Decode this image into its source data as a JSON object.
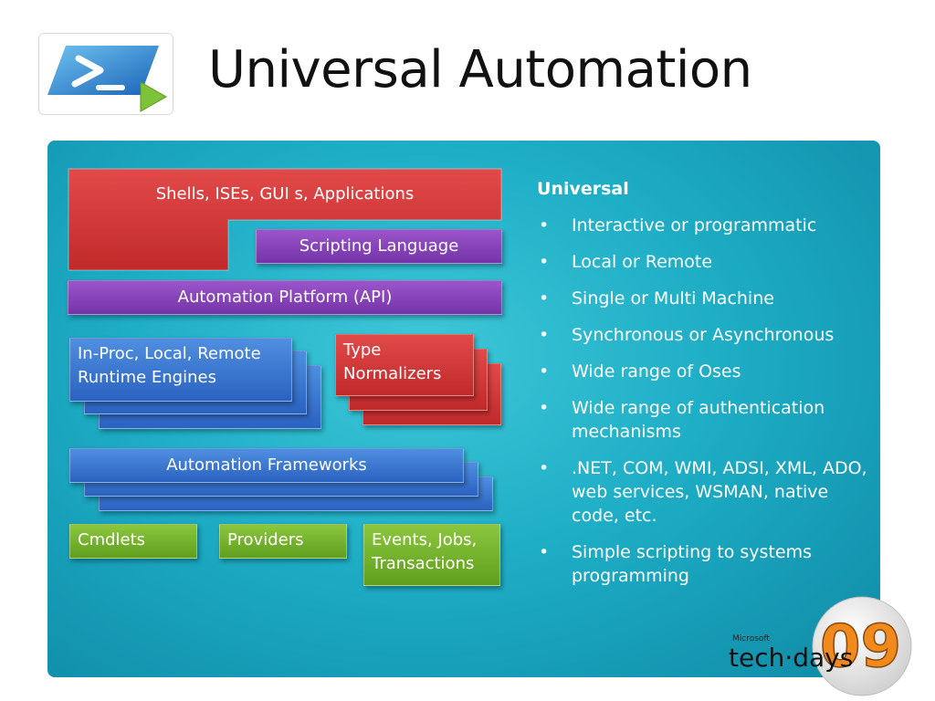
{
  "slide": {
    "title": "Universal Automation"
  },
  "diagram": {
    "shells": "Shells, ISEs, GUI s, Applications",
    "scripting": "Scripting Language",
    "platform": "Automation Platform (API)",
    "runtime": [
      "In-Proc, Local, Remote",
      "Runtime Engines"
    ],
    "normalizers": [
      "Type",
      "Normalizers"
    ],
    "frameworks": "Automation Frameworks",
    "cmdlets": "Cmdlets",
    "providers": "Providers",
    "events": [
      "Events, Jobs,",
      "Transactions"
    ],
    "colors": {
      "red": "#d33a3a",
      "purple": "#8444b8",
      "blue": "#3a78d4",
      "green": "#76b42c",
      "panel": "#1eaec6"
    }
  },
  "features": {
    "heading": "Universal",
    "items": [
      "Interactive or programmatic",
      "Local or Remote",
      "Single or Multi Machine",
      "Synchronous or Asynchronous",
      "Wide range of Oses",
      "Wide range of authentication mechanisms",
      ".NET, COM, WMI, ADSI,  XML, ADO, web services, WSMAN, native code, etc.",
      "Simple scripting to systems programming"
    ]
  },
  "branding": {
    "microsoft": "Microsoft",
    "techdays": "tech·days",
    "year": "09",
    "icon": "powershell-icon"
  }
}
